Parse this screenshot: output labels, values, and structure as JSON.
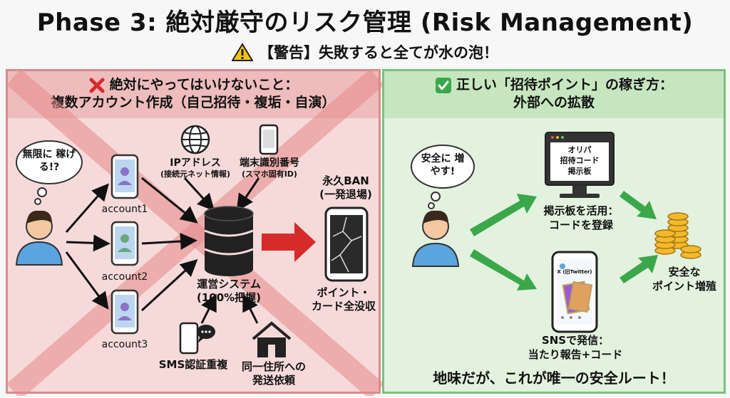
{
  "title": "Phase 3: 絶対厳守のリスク管理 (Risk Management)",
  "warning": "【警告】失敗すると全てが水の泡！",
  "left_panel": {
    "heading_line1": "絶対にやってはいけないこと：",
    "heading_line2": "複数アカウント作成（自己招待・複垢・自演）",
    "thought": "無限に 稼げる!?",
    "accounts": [
      "account1",
      "account2",
      "account3"
    ],
    "ip_label": "IPアドレス",
    "ip_sub": "(接続元ネット情報)",
    "device_label": "端末識別番号",
    "device_sub": "(スマホ固有ID)",
    "system_line1": "運営システム",
    "system_line2": "(100%把握)",
    "ban_line1": "永久BAN",
    "ban_line2": "(一発退場)",
    "confiscate_line1": "ポイント・",
    "confiscate_line2": "カード全没収",
    "sms_label": "SMS認証重複",
    "address_line1": "同一住所への",
    "address_line2": "発送依頼"
  },
  "right_panel": {
    "heading_line1": "正しい「招待ポイント」の稼ぎ方：",
    "heading_line2": "外部への拡散",
    "thought": "安全に 増やす!",
    "board_screen_line1": "オリパ",
    "board_screen_line2": "招待コード",
    "board_screen_line3": "掲示板",
    "board_label_line1": "掲示板を活用：",
    "board_label_line2": "コードを登録",
    "phone_screen": "X (旧Twitter)",
    "sns_label_line1": "SNSで発信：",
    "sns_label_line2": "当たり報告+コード",
    "result_line1": "安全な",
    "result_line2": "ポイント増殖",
    "bottom_note": "地味だが、これが唯一の安全ルート！"
  },
  "colors": {
    "danger": "#d63a3a",
    "safe": "#3aa84a",
    "left_bg": "#f6dada",
    "right_bg": "#e3f2de"
  }
}
